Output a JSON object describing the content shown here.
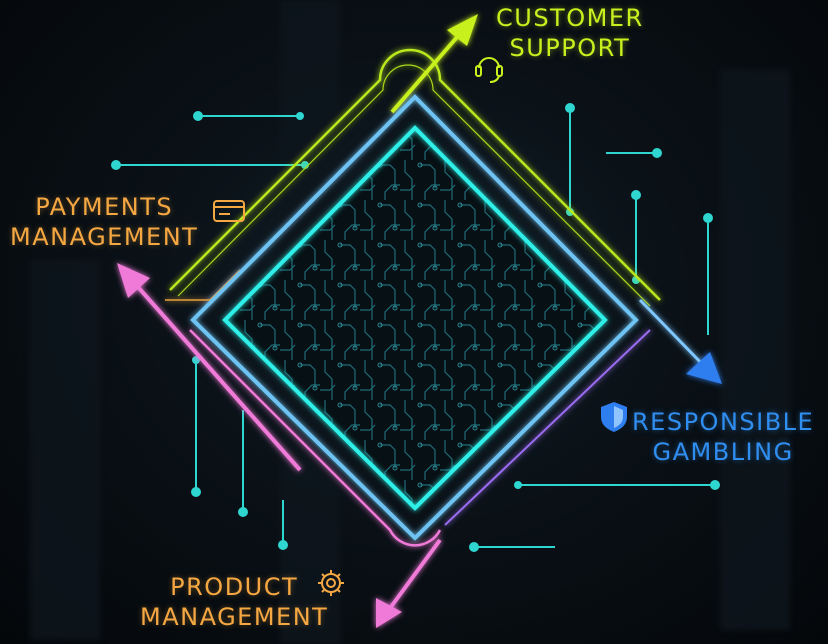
{
  "labels": {
    "customer_support": {
      "line1": "CUSTOMER",
      "line2": "SUPPORT",
      "icon": "headset-icon",
      "color": "#c8f01e"
    },
    "payments_management": {
      "line1": "PAYMENTS",
      "line2": "MANAGEMENT",
      "icon": "credit-card-icon",
      "color": "#f5a742"
    },
    "responsible_gambling": {
      "line1": "RESPONSIBLE",
      "line2": "GAMBLING",
      "icon": "shield-icon",
      "color": "#2f8ef0"
    },
    "product_management": {
      "line1": "PRODUCT",
      "line2": "MANAGEMENT",
      "icon": "gear-icon",
      "color": "#f5a742"
    }
  },
  "colors": {
    "outer_diamond": "#6ec3f2",
    "inner_diamond": "#2ff0e8",
    "connector": "#2fd6d0",
    "pink_arrow": "#f07ad8",
    "blue_arrow": "#2f7ef0",
    "green_arrow": "#c8f01e"
  }
}
